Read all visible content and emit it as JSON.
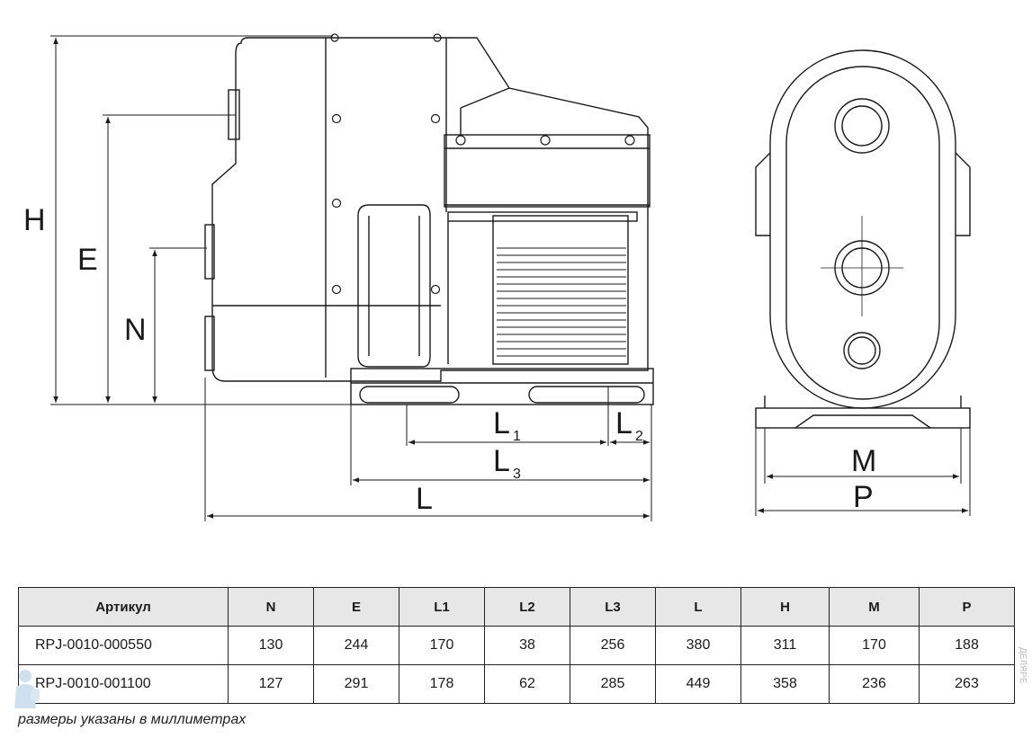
{
  "drawing": {
    "labels": {
      "H": "H",
      "E": "E",
      "N": "N",
      "L": "L",
      "L1": "L",
      "L1_sub": "1",
      "L2": "L",
      "L2_sub": "2",
      "L3": "L",
      "L3_sub": "3",
      "M": "M",
      "P": "P"
    }
  },
  "table": {
    "headers": [
      "Артикул",
      "N",
      "E",
      "L1",
      "L2",
      "L3",
      "L",
      "H",
      "M",
      "P"
    ],
    "rows": [
      [
        "RPJ-0010-000550",
        "130",
        "244",
        "170",
        "38",
        "256",
        "380",
        "311",
        "170",
        "188"
      ],
      [
        "RPJ-0010-001100",
        "127",
        "291",
        "178",
        "62",
        "285",
        "449",
        "358",
        "236",
        "263"
      ]
    ]
  },
  "note": "размеры указаны в миллиметрах",
  "watermark": "ДЕЛЯРЕ",
  "colors": {
    "line": "#1a1a1a",
    "header_bg": "#e7e7e7",
    "mascot": "#cfe0ee"
  }
}
